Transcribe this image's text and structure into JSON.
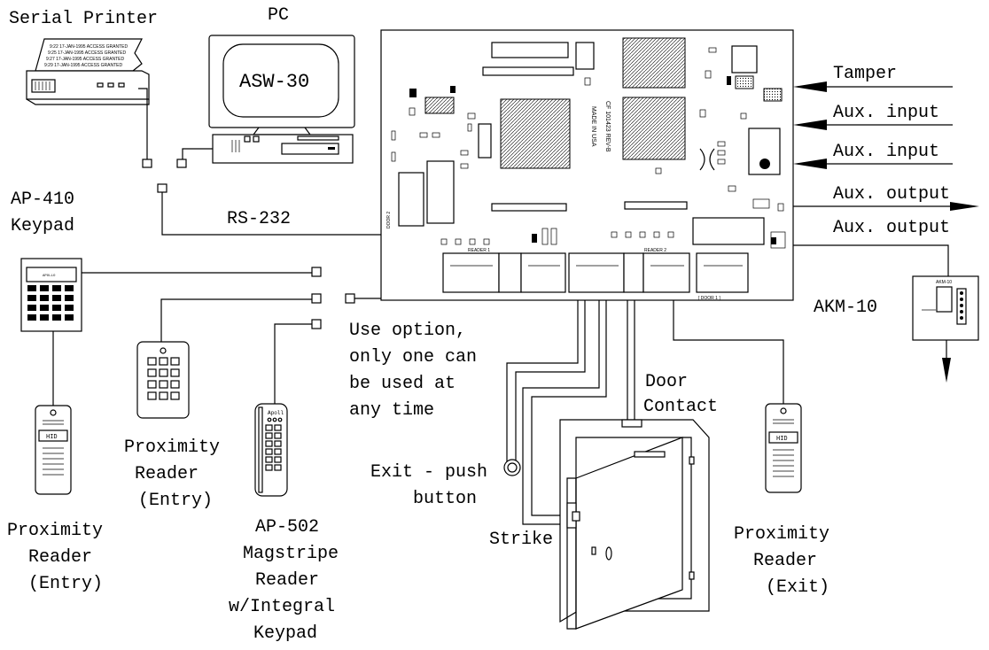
{
  "labels": {
    "serial_printer": "Serial Printer",
    "pc": "PC",
    "pc_screen": "ASW-30",
    "ap410_line1": "AP-410",
    "ap410_line2": "Keypad",
    "rs232": "RS-232",
    "tamper": "Tamper",
    "aux_input_1": "Aux. input",
    "aux_input_2": "Aux. input",
    "aux_output_1": "Aux. output",
    "aux_output_2": "Aux. output",
    "akm10": "AKM-10",
    "akm10_card": "AKM-10",
    "use_option_1": "Use option,",
    "use_option_2": "only one can",
    "use_option_3": "be used at",
    "use_option_4": "any time",
    "door_contact_1": "Door",
    "door_contact_2": "Contact",
    "exit_push_1": "Exit - push",
    "exit_push_2": "button",
    "strike": "Strike",
    "prox_reader_mid_1": "Proximity",
    "prox_reader_mid_2": "Reader",
    "prox_reader_mid_3": "(Entry)",
    "prox_reader_left_1": "Proximity",
    "prox_reader_left_2": "Reader",
    "prox_reader_left_3": "(Entry)",
    "ap502_1": "AP-502",
    "ap502_2": "Magstripe",
    "ap502_3": "Reader",
    "ap502_4": "w/Integral",
    "ap502_5": "Keypad",
    "prox_reader_exit_1": "Proximity",
    "prox_reader_exit_2": "Reader",
    "prox_reader_exit_3": "(Exit)"
  },
  "printout": [
    "9:22 17-JAN-1995  ACCESS GRANTED",
    "9:25 17-JAN-1995  ACCESS GRANTED",
    "9:27 17-JAN-1995  ACCESS GRANTED",
    "9:29 17-JAN-1995  ACCESS GRANTED"
  ],
  "board_text": {
    "made_in_usa": "MADE IN USA",
    "board_id": "CF 101423 REV-B",
    "door1": "[ DOOR 1 ]",
    "door2": "DOOR 2",
    "reader1": "READER 1",
    "reader2": "READER 2"
  },
  "devices": {
    "hid_label": "HID",
    "apollo_keypad_brand": "APOLLO",
    "apollo_reader_brand": "Apoll"
  }
}
